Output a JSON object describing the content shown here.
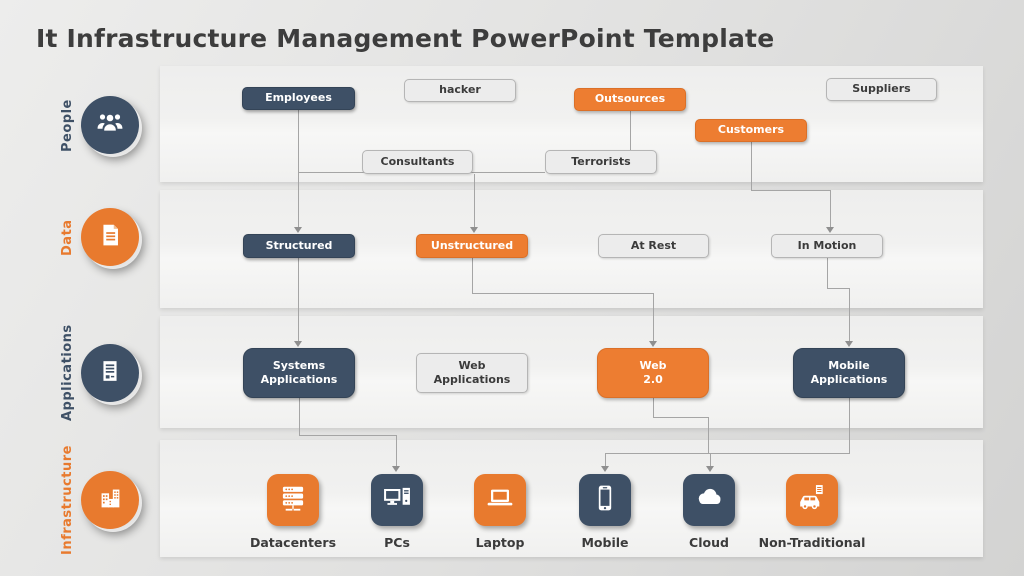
{
  "title": "It Infrastructure Management PowerPoint Template",
  "colors": {
    "orange_accent": "#ED7D31",
    "dark_blue_accent": "#3E5066",
    "gray_box_bg": "#ECECEC",
    "connector_gray": "#A5A5A5",
    "text_dark": "#3B3B3B"
  },
  "rows": [
    {
      "id": "people",
      "label": "People",
      "icon": "people-icon",
      "accent": "#3E5066"
    },
    {
      "id": "data",
      "label": "Data",
      "icon": "document-icon",
      "accent": "#ED7D31"
    },
    {
      "id": "applications",
      "label": "Applications",
      "icon": "applications-icon",
      "accent": "#3E5066"
    },
    {
      "id": "infrastructure",
      "label": "Infrastructure",
      "icon": "buildings-icon",
      "accent": "#ED7D31"
    }
  ],
  "nodes": {
    "employees": {
      "label": "Employees",
      "style": "dark"
    },
    "hacker": {
      "label": "hacker",
      "style": "gray"
    },
    "outsources": {
      "label": "Outsources",
      "style": "orange"
    },
    "suppliers": {
      "label": "Suppliers",
      "style": "gray"
    },
    "consultants": {
      "label": "Consultants",
      "style": "gray"
    },
    "terrorists": {
      "label": "Terrorists",
      "style": "gray"
    },
    "customers": {
      "label": "Customers",
      "style": "orange"
    },
    "structured": {
      "label": "Structured",
      "style": "dark"
    },
    "unstructured": {
      "label": "Unstructured",
      "style": "orange"
    },
    "at_rest": {
      "label": "At Rest",
      "style": "gray"
    },
    "in_motion": {
      "label": "In Motion",
      "style": "gray"
    },
    "systems_applications": {
      "label": "Systems Applications",
      "style": "dark"
    },
    "web_applications": {
      "label": "Web Applications",
      "style": "gray"
    },
    "web_2_0": {
      "label": "Web 2.0",
      "style": "orange"
    },
    "mobile_applications": {
      "label": "Mobile Applications",
      "style": "dark"
    }
  },
  "infrastructure_items": [
    {
      "label": "Datacenters",
      "icon": "server-rack-icon",
      "tile_color": "orange"
    },
    {
      "label": "PCs",
      "icon": "desktop-pc-icon",
      "tile_color": "dark_blue"
    },
    {
      "label": "Laptop",
      "icon": "laptop-icon",
      "tile_color": "orange"
    },
    {
      "label": "Mobile",
      "icon": "smartphone-icon",
      "tile_color": "dark_blue"
    },
    {
      "label": "Cloud",
      "icon": "cloud-icon",
      "tile_color": "dark_blue"
    },
    {
      "label": "Non-Traditional",
      "icon": "car-icon",
      "tile_color": "orange"
    }
  ]
}
